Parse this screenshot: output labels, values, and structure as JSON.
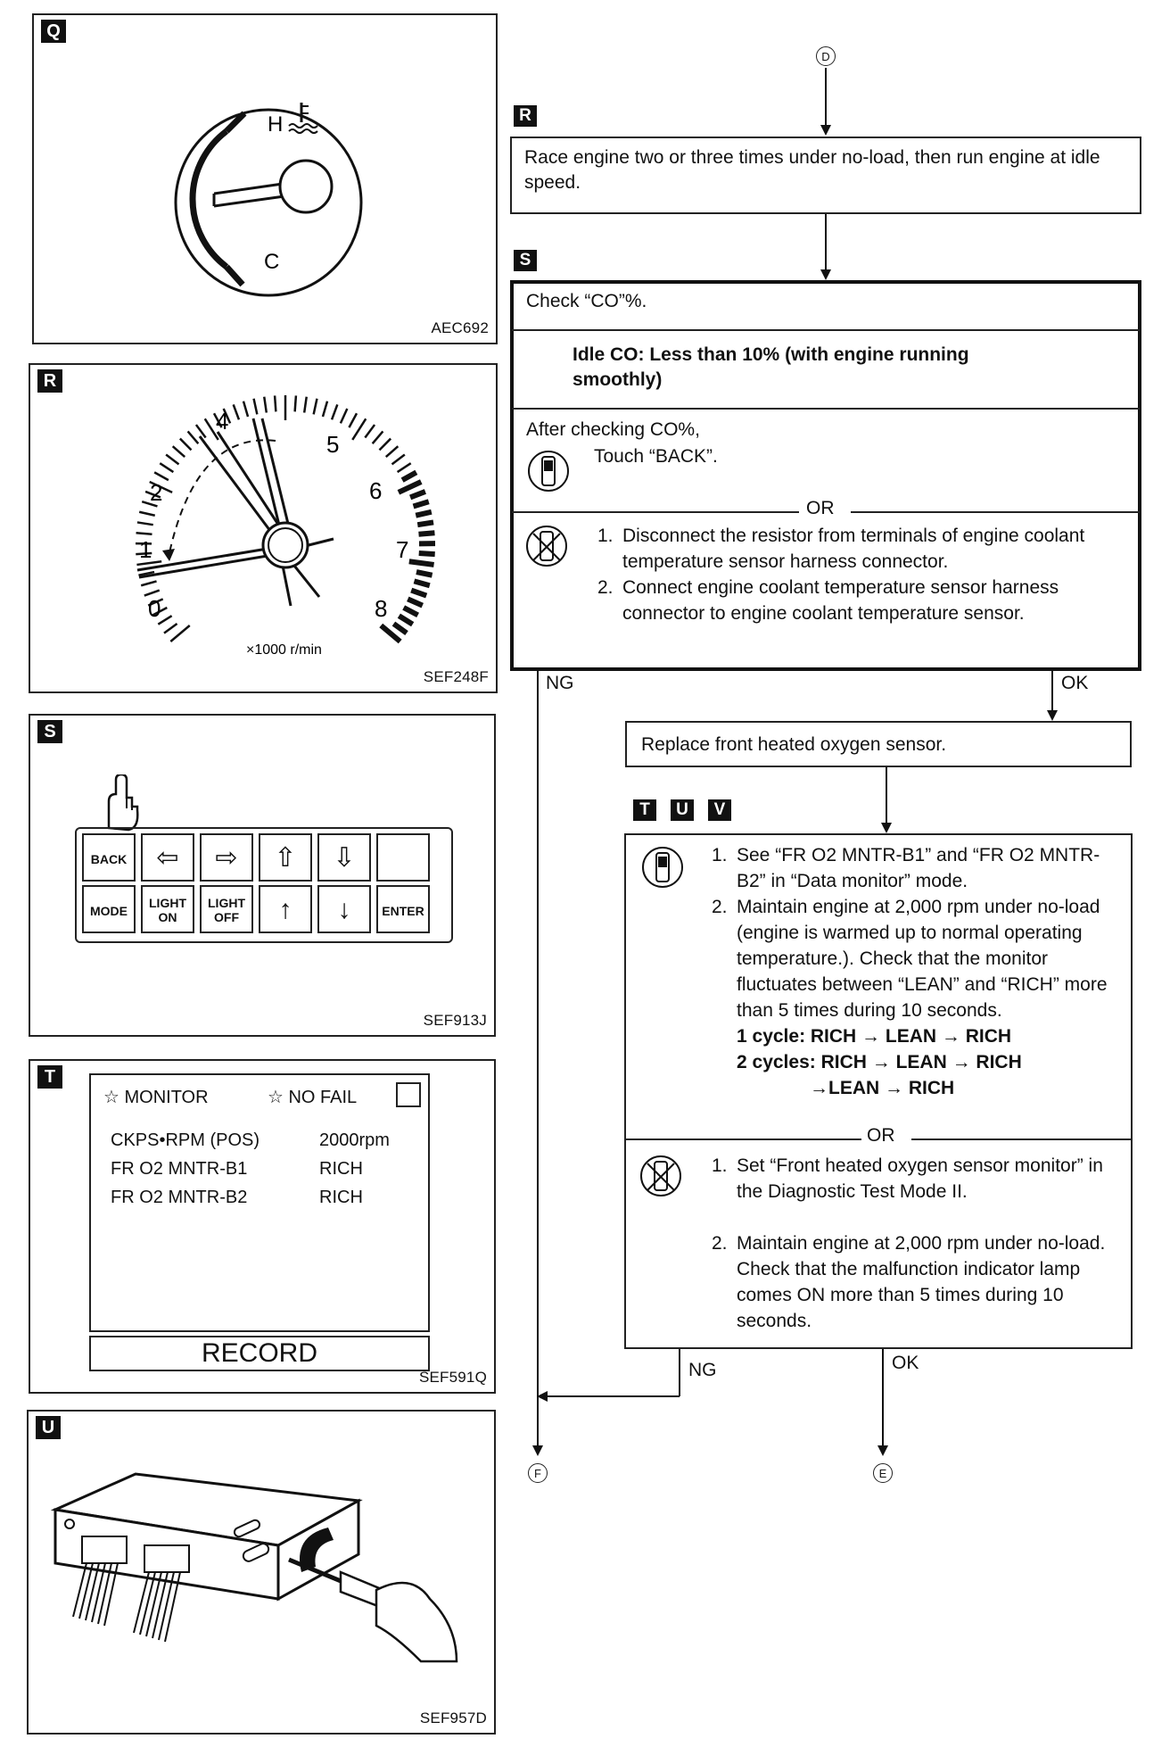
{
  "panels": {
    "q": {
      "tag": "Q",
      "code": "AEC692",
      "gauge_h": "H",
      "gauge_c": "C"
    },
    "r": {
      "tag": "R",
      "code": "SEF248F",
      "tach_numbers": [
        "0",
        "1",
        "2",
        "4",
        "5",
        "6",
        "7",
        "8"
      ],
      "tach_unit": "×1000 r/min"
    },
    "s": {
      "tag": "S",
      "code": "SEF913J",
      "keys_row1": [
        "BACK",
        "⇦",
        "⇨",
        "⇧",
        "⇩",
        ""
      ],
      "keys_row2": [
        "MODE",
        "LIGHT ON",
        "LIGHT OFF",
        "↑",
        "↓",
        "ENTER"
      ]
    },
    "t": {
      "tag": "T",
      "code": "SEF591Q",
      "monitor_label": "☆ MONITOR",
      "nofail_label": "☆ NO FAIL",
      "rows": [
        {
          "name": "CKPS•RPM (POS)",
          "value": "2000rpm"
        },
        {
          "name": "FR O2 MNTR-B1",
          "value": "RICH"
        },
        {
          "name": "FR O2 MNTR-B2",
          "value": "RICH"
        }
      ],
      "record_label": "RECORD"
    },
    "u": {
      "tag": "U",
      "code": "SEF957D"
    }
  },
  "flow": {
    "top_connector": "D",
    "tag_r": "R",
    "box_r_text": "Race engine two or three times under no-load, then run engine at idle speed.",
    "tag_s": "S",
    "box_s": {
      "check": "Check “CO”%.",
      "spec": "Idle CO: Less than 10% (with engine running smoothly)",
      "after": "After checking CO%,",
      "touch": "Touch “BACK”.",
      "or": "OR",
      "step1": "Disconnect the resistor from terminals of engine coolant temperature sensor harness connector.",
      "step2": "Connect engine coolant temperature sensor harness connector to engine coolant temperature sensor."
    },
    "ng1": "NG",
    "ok1": "OK",
    "box_replace": "Replace front heated oxygen sensor.",
    "tags_tuv": [
      "T",
      "U",
      "V"
    ],
    "box_tuv": {
      "step1": "See “FR O2 MNTR-B1” and “FR O2 MNTR-B2” in “Data monitor” mode.",
      "step2": "Maintain engine at 2,000 rpm under no-load (engine is warmed up to normal operating temperature.). Check that the monitor fluctuates between “LEAN” and “RICH” more than 5 times during 10 seconds.",
      "cycle1": "1 cycle: RICH → LEAN → RICH",
      "cycle2a": "2 cycles: RICH → LEAN → RICH",
      "cycle2b": "→LEAN → RICH",
      "or": "OR",
      "alt1": "Set “Front heated oxygen sensor monitor” in the Diagnostic Test Mode II.",
      "alt2": "Maintain engine at 2,000 rpm under no-load. Check that the malfunction indicator lamp comes ON more than 5 times during 10 seconds."
    },
    "ng2": "NG",
    "ok2": "OK",
    "end_f": "F",
    "end_e": "E"
  }
}
